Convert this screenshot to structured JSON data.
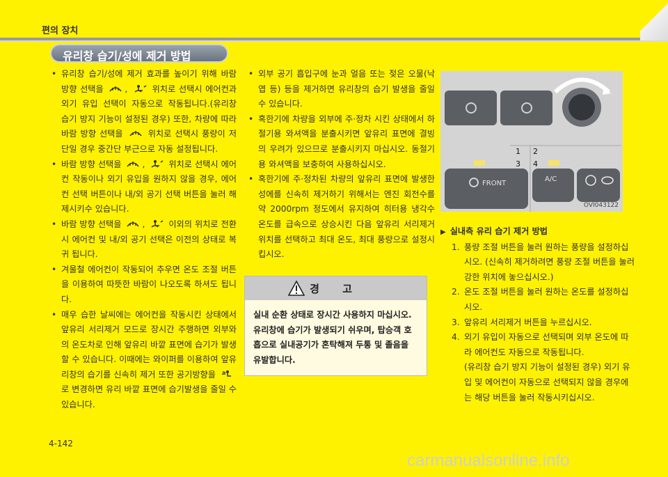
{
  "header": {
    "section_label": "편의 장치"
  },
  "section_title": "유리창 습기/성에 제거 방법",
  "left_bullets": [
    {
      "segments": [
        "유리창 습기/성에 제거 효과를 높이기 위해 바람 방향 선택을",
        ",",
        "위치로 선택시 에어컨과 외기 유입 선택이 자동으로 작동됩니다.(유리창 습기 방지 기능이 설정된 경우) 또한, 차량에 따라 바람 방향 선택을",
        "위치로 선택시 풍량이 저단일 경우 중간단 부근으로 자동 설정됩니다."
      ]
    },
    {
      "segments": [
        "바람 방향 선택을",
        ",",
        "위치로 선택시 에어컨 작동이나 외기 유입을 원하지 않을 경우, 에어컨 선택 버튼이나 내/외 공기 선택 버튼을 눌러 해제시키수 있습니다."
      ]
    },
    {
      "segments": [
        "바람 방향 선택을",
        ",",
        "이외의 위치로 전환시 에어컨 및 내/외 공기 선택은 이전의 상태로 복귀 됩니다."
      ]
    },
    {
      "segments": [
        "겨울철 에어컨이 작동되어 추우면 온도 조절 버튼을 이용하여 따뜻한 바람이 나오도록 하셔도 됩니다."
      ]
    },
    {
      "segments": [
        "매우 습한 날씨에는 에어컨을 작동시킨 상태에서 앞유리 서리제거 모드로 장시간 주행하면 외부와의 온도차로 인해 앞유리 바깥 표면에 습기가 발생할 수 있습니다. 이때에는 와이퍼를 이용하여 앞유리창의 습기를 신속히 제거 또한 공기방향을",
        "로 변경하면 유리 바깥 표면에 습기발생을 줄일 수 있습니다."
      ]
    }
  ],
  "mid_bullets": [
    "외부 공기 흡입구에 눈과 얼음 또는 젖은 오물(낙엽 등) 등을 제거하면 유리창의 습기 발생을 줄일 수 있습니다.",
    "혹한기에 차량을 외부에 주·정차 시킨 상태에서 하절기용 와셔액을 분출시키면 앞유리 표면에 결빙의 우려가 있으므로 분출시키지 마십시오. 동절기용 와셔액을 보충하여 사용하십시오.",
    "혹한기에 주·정차된 차량의 앞유리 표면에 발생한 성에를 신속히 제거하기 위해서는 엔진 회전수를 약 2000rpm 정도에서 유지하여 히터용 냉각수 온도를 급속으로 상승시킨 다음 앞유리 서리제거 위치를 선택하고 최대 온도, 최대 풍량으로 설정시킵시오."
  ],
  "warning": {
    "title": "경 고",
    "body": "실내 순환 상태로 장시간 사용하지 마십시오. 유리창에 습기가 발생되기 쉬우며, 탑승객 호흡으로 실내공기가 혼탁해져 두통 및 졸음을 유발합니다."
  },
  "photo": {
    "labels": [
      "1",
      "2",
      "3",
      "4"
    ],
    "front_label": "FRONT",
    "ac_label": "A/C",
    "code": "OVI043122"
  },
  "steps": {
    "title": "실내측 유리 습기 제거 방법",
    "items": [
      {
        "num": "1.",
        "text": "풍량 조절 버튼을 눌러 원하는 풍량을 설정하십시오. (신속히 제거하려면 풍량 조절 버튼을 눌러 강한 위치에 놓으십시오.)"
      },
      {
        "num": "2.",
        "text": "온도 조절 버튼을 눌러 원하는 온도를 설정하십시오."
      },
      {
        "num": "3.",
        "text": "앞유리 서리제거 버튼을 누르십시오."
      },
      {
        "num": "4.",
        "text": "외기 유입이 자동으로 선택되며 외부 온도에 따라 에어컨도 자동으로 작동됩니다."
      }
    ],
    "note": "(유리창 습기 방지 기능이 설정된 경우) 외기 유입 및 에어컨이 자동으로 선택되지 않을 경우에는 해당 버튼을 눌러 작동시키십시오."
  },
  "page_number": "4-142",
  "watermark": "carmanualsonline.info"
}
